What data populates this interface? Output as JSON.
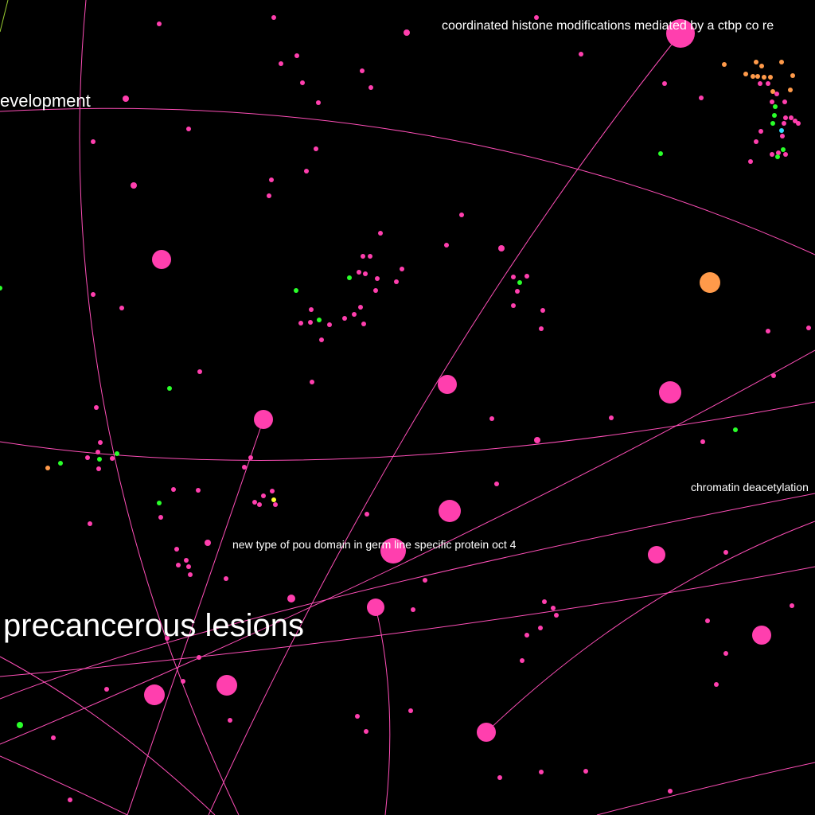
{
  "graph": {
    "background": "#000000",
    "colors": {
      "pink": "#ff3fae",
      "orange": "#ff9a4a",
      "green": "#2aff2a",
      "yellow": "#ffff33",
      "cyan": "#33ddff",
      "edge": "#ff4fb8",
      "label": "#ffffff"
    },
    "labels": {
      "coordinated": "coordinated histone modifications mediated by a ctbp co re",
      "development": "evelopment",
      "chromatin": "chromatin deacetylation",
      "pou": "new type of pou domain in germ line specific protein oct 4",
      "precancerous": "precancerous lesions"
    }
  }
}
